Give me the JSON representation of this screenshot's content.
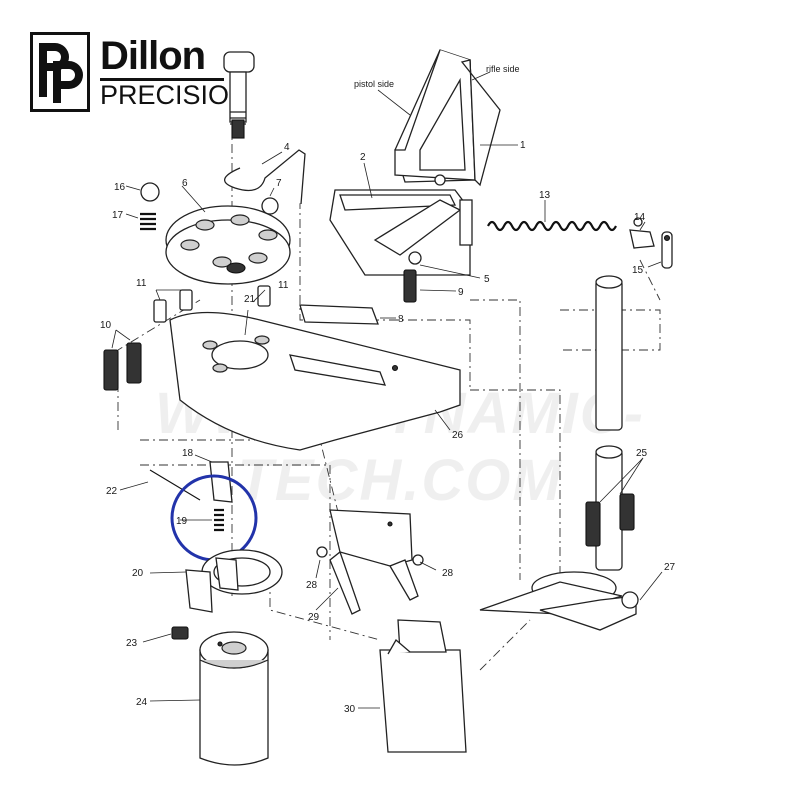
{
  "brand": {
    "logo_mark": "DP",
    "name": "Dillon",
    "sub": "PRECISION"
  },
  "watermark": "WWW.DYNAMIC-TECH.COM",
  "side_labels": {
    "pistol": "pistol side",
    "rifle": "rifle side"
  },
  "highlight": {
    "part": "19",
    "color": "#2233aa"
  },
  "callouts": [
    {
      "id": "c1",
      "label": "1"
    },
    {
      "id": "c2",
      "label": "2"
    },
    {
      "id": "c4",
      "label": "4"
    },
    {
      "id": "c5",
      "label": "5"
    },
    {
      "id": "c6",
      "label": "6"
    },
    {
      "id": "c7",
      "label": "7"
    },
    {
      "id": "c8",
      "label": "8"
    },
    {
      "id": "c9",
      "label": "9"
    },
    {
      "id": "c10",
      "label": "10"
    },
    {
      "id": "c11a",
      "label": "11"
    },
    {
      "id": "c11b",
      "label": "11"
    },
    {
      "id": "c13",
      "label": "13"
    },
    {
      "id": "c14",
      "label": "14"
    },
    {
      "id": "c15",
      "label": "15"
    },
    {
      "id": "c16",
      "label": "16"
    },
    {
      "id": "c17",
      "label": "17"
    },
    {
      "id": "c18",
      "label": "18"
    },
    {
      "id": "c19",
      "label": "19"
    },
    {
      "id": "c20",
      "label": "20"
    },
    {
      "id": "c21",
      "label": "21"
    },
    {
      "id": "c22",
      "label": "22"
    },
    {
      "id": "c23",
      "label": "23"
    },
    {
      "id": "c24",
      "label": "24"
    },
    {
      "id": "c25",
      "label": "25"
    },
    {
      "id": "c26",
      "label": "26"
    },
    {
      "id": "c27",
      "label": "27"
    },
    {
      "id": "c28a",
      "label": "28"
    },
    {
      "id": "c28b",
      "label": "28"
    },
    {
      "id": "c29",
      "label": "29"
    },
    {
      "id": "c30",
      "label": "30"
    }
  ]
}
